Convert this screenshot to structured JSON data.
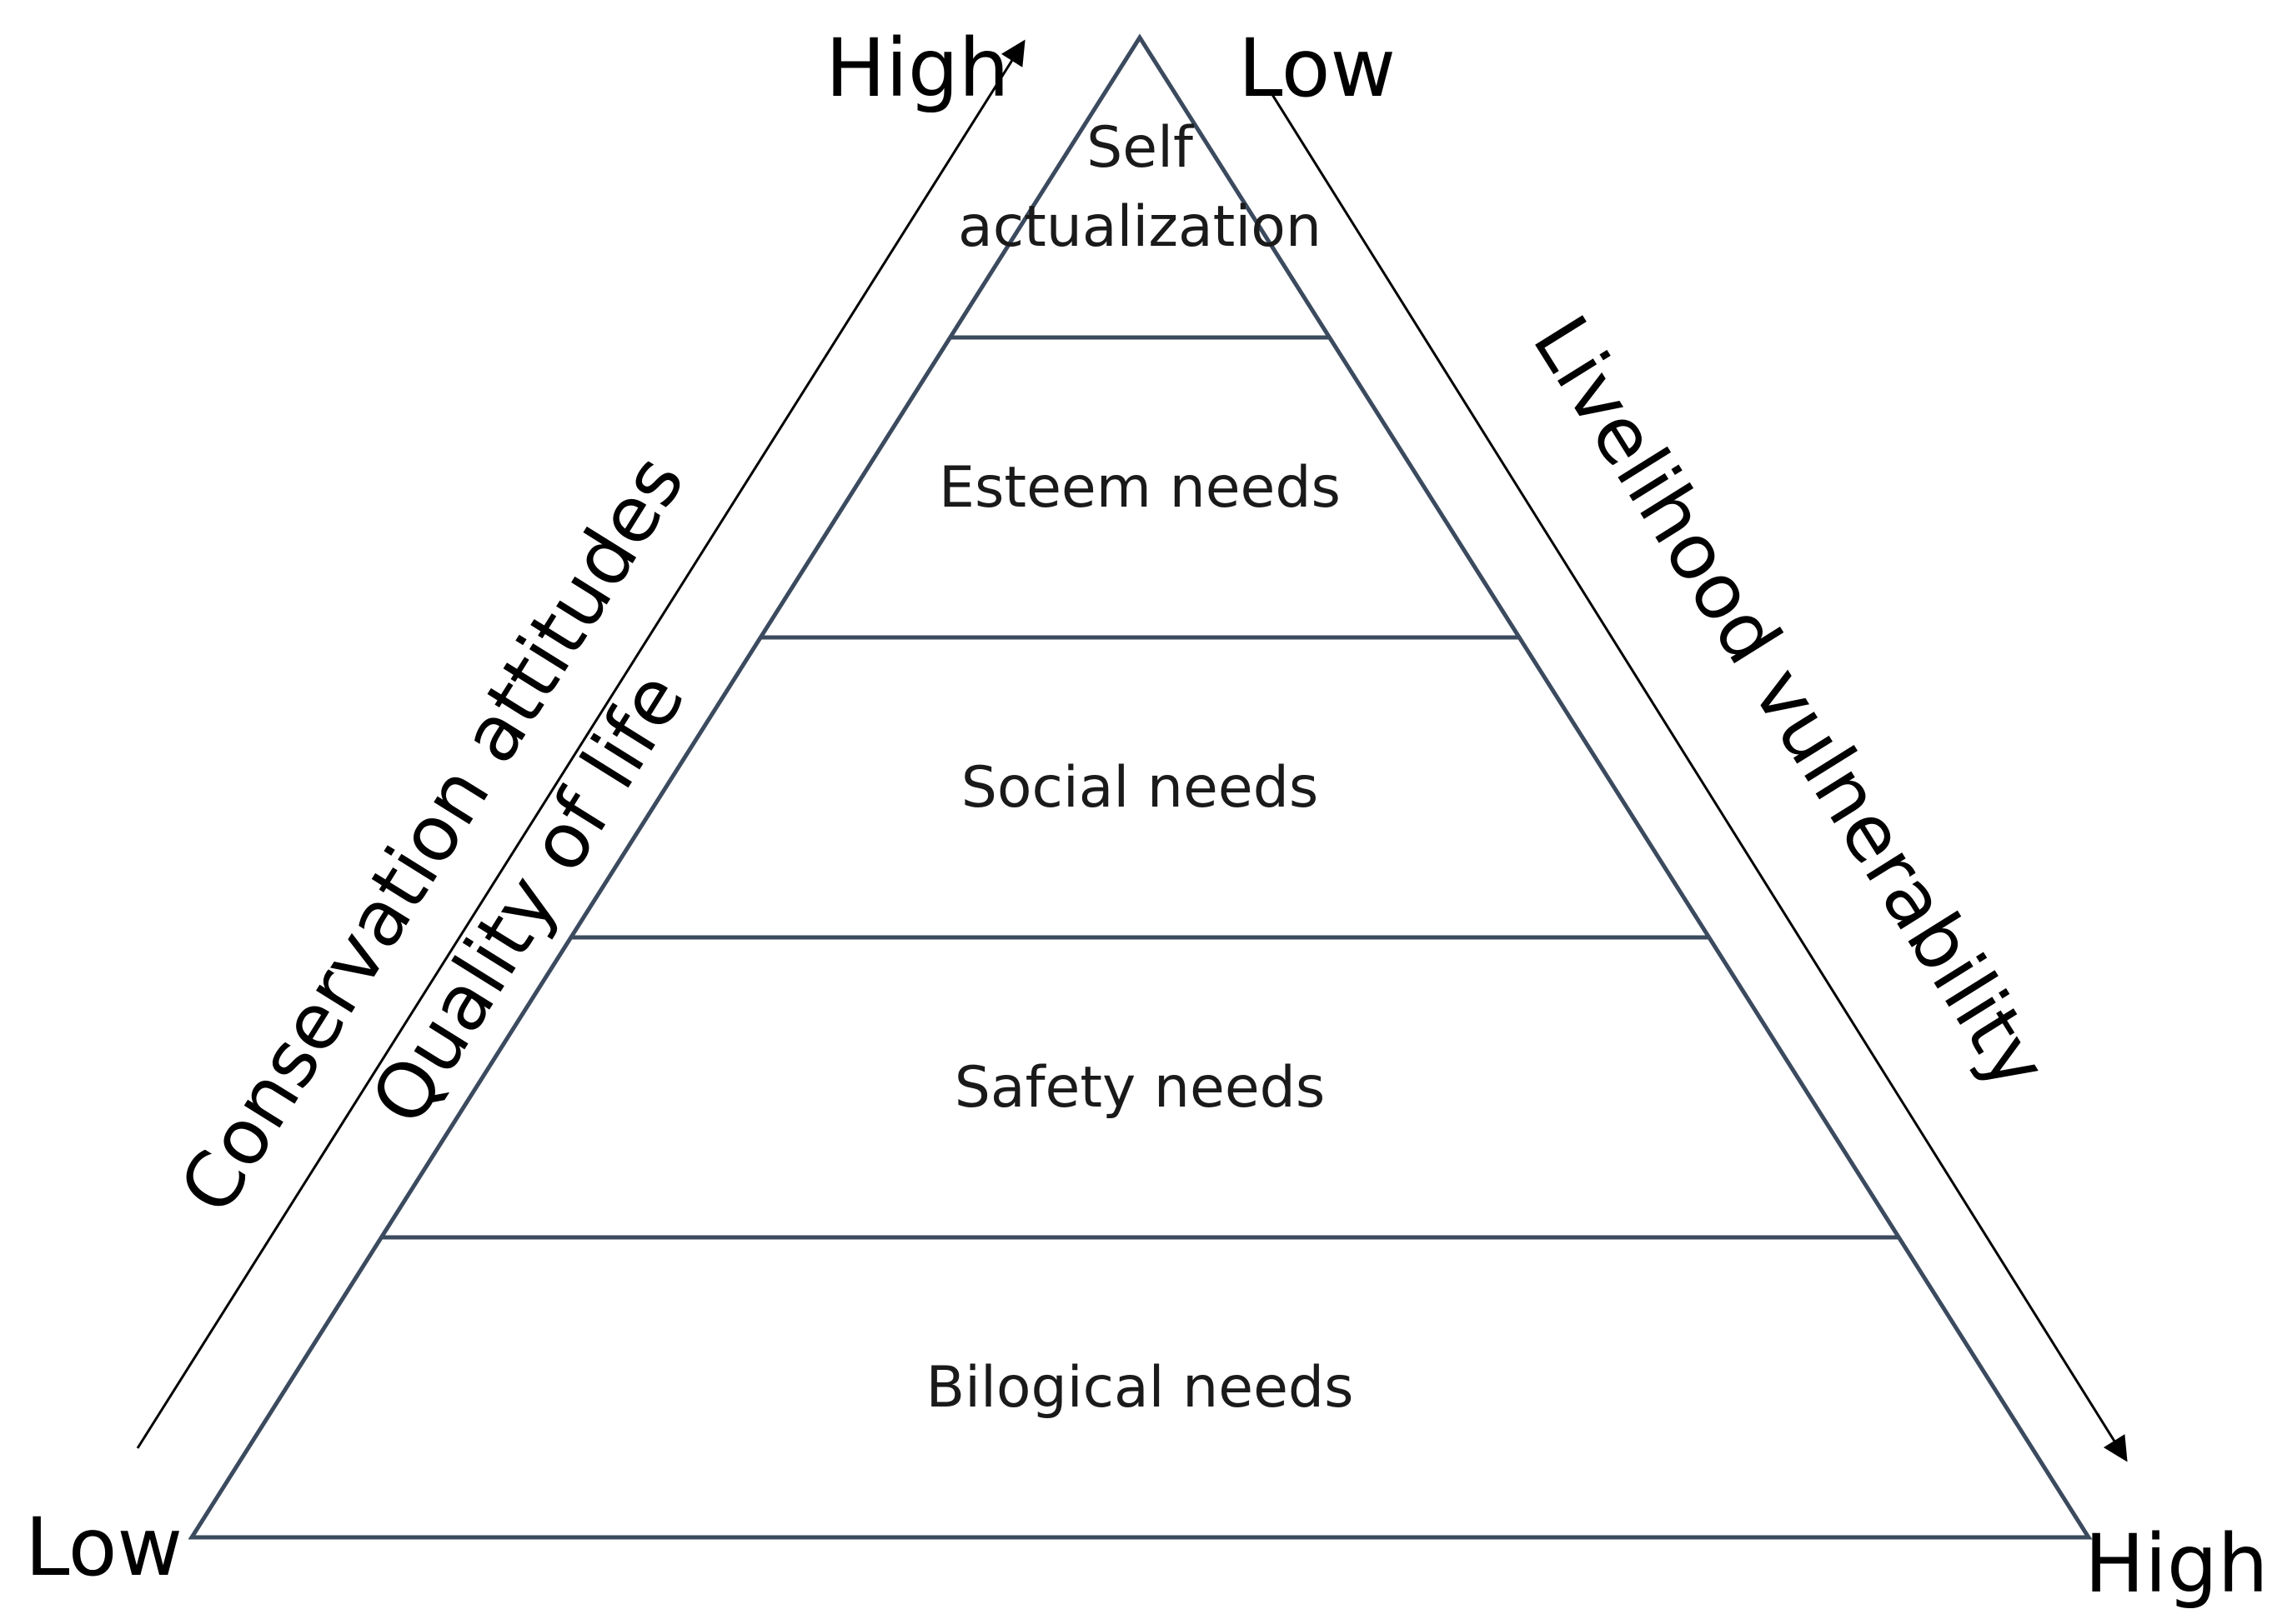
{
  "pyramid": {
    "levels": [
      {
        "line1": "Self",
        "line2": "actualization"
      },
      {
        "label": "Esteem needs"
      },
      {
        "label": "Social needs"
      },
      {
        "label": "Safety needs"
      },
      {
        "label": "Bilogical needs"
      }
    ]
  },
  "left_axis": {
    "low_label": "Low",
    "high_label": "High",
    "title_outer": "Conservation attitudes",
    "title_inner": "Quality of life"
  },
  "right_axis": {
    "low_label": "Low",
    "high_label": "High",
    "title": "Livelihood vulnerability"
  }
}
